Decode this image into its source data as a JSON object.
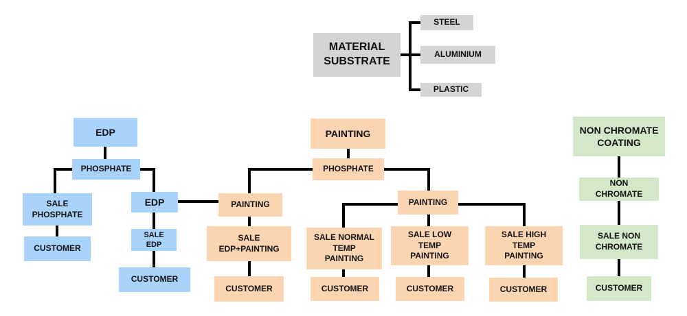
{
  "colors": {
    "material": "#d4d4d4",
    "edp": "#a9d3fb",
    "painting": "#fbd5b2",
    "non_chromate": "#d2e8c8",
    "connector": "#000000"
  },
  "material": {
    "title": "MATERIAL\nSUBSTRATE",
    "steel": "STEEL",
    "aluminium": "ALUMINIUM",
    "plastic": "PLASTIC"
  },
  "edp": {
    "title": "EDP",
    "phosphate": "PHOSPHATE",
    "sale_phosphate": "SALE\nPHOSPHATE",
    "customer_phosphate": "CUSTOMER",
    "edp": "EDP",
    "sale_edp": "SALE\nEDP",
    "customer_edp": "CUSTOMER"
  },
  "painting": {
    "title": "PAINTING",
    "phosphate": "PHOSPHATE",
    "painting_left": "PAINTING",
    "sale_edp_painting": "SALE\nEDP+PAINTING",
    "customer_edp_painting": "CUSTOMER",
    "painting_right": "PAINTING",
    "sale_normal_temp": "SALE NORMAL\nTEMP\nPAINTING",
    "customer_normal_temp": "CUSTOMER",
    "sale_low_temp": "SALE LOW\nTEMP\nPAINTING",
    "customer_low_temp": "CUSTOMER",
    "sale_high_temp": "SALE HIGH\nTEMP\nPAINTING",
    "customer_high_temp": "CUSTOMER"
  },
  "non_chromate": {
    "title": "NON CHROMATE\nCOATING",
    "non_chromate": "NON\nCHROMATE",
    "sale_non_chromate": "SALE NON\nCHROMATE",
    "customer": "CUSTOMER"
  }
}
